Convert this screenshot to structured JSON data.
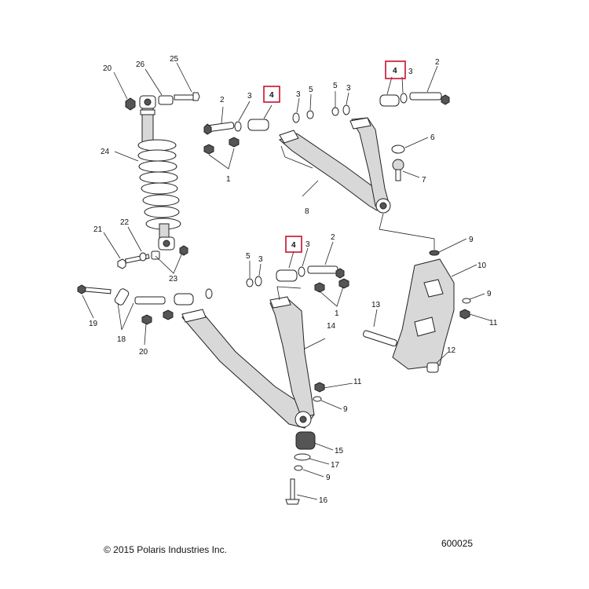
{
  "footer": {
    "copyright": "© 2015 Polaris Industries Inc.",
    "diagram_number": "600025"
  },
  "callouts": [
    {
      "id": "c20a",
      "text": "20"
    },
    {
      "id": "c26",
      "text": "26"
    },
    {
      "id": "c25",
      "text": "25"
    },
    {
      "id": "c24",
      "text": "24"
    },
    {
      "id": "c21",
      "text": "21"
    },
    {
      "id": "c22",
      "text": "22"
    },
    {
      "id": "c23",
      "text": "23"
    },
    {
      "id": "c19",
      "text": "19"
    },
    {
      "id": "c18",
      "text": "18"
    },
    {
      "id": "c20b",
      "text": "20"
    },
    {
      "id": "c2a",
      "text": "2"
    },
    {
      "id": "c3a",
      "text": "3"
    },
    {
      "id": "c4a",
      "text": "4",
      "highlight": true
    },
    {
      "id": "c3b",
      "text": "3"
    },
    {
      "id": "c5a",
      "text": "5"
    },
    {
      "id": "c5b",
      "text": "5"
    },
    {
      "id": "c3c",
      "text": "3"
    },
    {
      "id": "c4b",
      "text": "4",
      "highlight": true
    },
    {
      "id": "c3d",
      "text": "3"
    },
    {
      "id": "c2b",
      "text": "2"
    },
    {
      "id": "c1a",
      "text": "1"
    },
    {
      "id": "c6",
      "text": "6"
    },
    {
      "id": "c7",
      "text": "7"
    },
    {
      "id": "c8",
      "text": "8"
    },
    {
      "id": "c9a",
      "text": "9"
    },
    {
      "id": "c10",
      "text": "10"
    },
    {
      "id": "c9b",
      "text": "9"
    },
    {
      "id": "c11a",
      "text": "11"
    },
    {
      "id": "c13",
      "text": "13"
    },
    {
      "id": "c12",
      "text": "12"
    },
    {
      "id": "c5c",
      "text": "5"
    },
    {
      "id": "c3e",
      "text": "3"
    },
    {
      "id": "c4c",
      "text": "4",
      "highlight": true
    },
    {
      "id": "c3f",
      "text": "3"
    },
    {
      "id": "c2c",
      "text": "2"
    },
    {
      "id": "c1b",
      "text": "1"
    },
    {
      "id": "c14",
      "text": "14"
    },
    {
      "id": "c11b",
      "text": "11"
    },
    {
      "id": "c9c",
      "text": "9"
    },
    {
      "id": "c15",
      "text": "15"
    },
    {
      "id": "c17",
      "text": "17"
    },
    {
      "id": "c9d",
      "text": "9"
    },
    {
      "id": "c16",
      "text": "16"
    }
  ],
  "colors": {
    "highlight_box": "#c8102e",
    "line": "#222222",
    "shade": "#d8d8d8"
  }
}
